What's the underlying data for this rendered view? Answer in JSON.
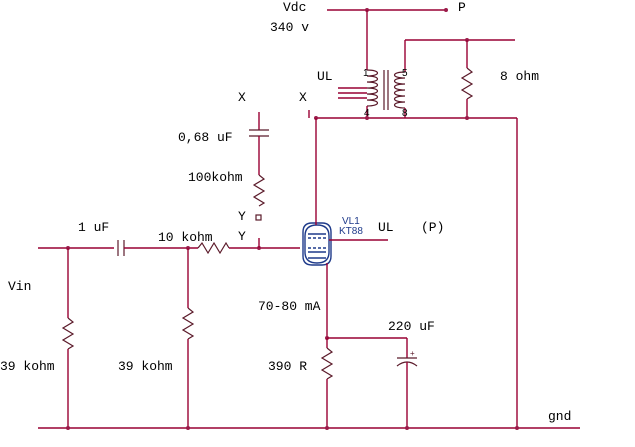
{
  "labels": {
    "vdc": "Vdc",
    "vdc_value": "340 v",
    "p_top": "P",
    "ul_transformer": "UL",
    "pin_1": "1",
    "pin_4": "4",
    "pin_5": "5",
    "pin_8": "8",
    "load": "8 ohm",
    "x_left": "X",
    "x_right": "X",
    "cap_068": "0,68 uF",
    "res_100k": "100kohm",
    "y_upper": "Y",
    "y_lower": "Y",
    "tube_ref": "VL1",
    "tube_type": "KT88",
    "ul_grid": "UL",
    "p_grid": "(P)",
    "cap_in": "1 uF",
    "res_10k": "10 kohm",
    "vin": "Vin",
    "res_39k_left": "39 kohm",
    "res_39k_mid": "39 kohm",
    "current": "70-80 mA",
    "cap_220": "220 uF",
    "res_390": "390 R",
    "gnd": "gnd"
  },
  "colors": {
    "wire": "#990033",
    "component": "#5b1a2a",
    "tube": "#1e3a8a",
    "text": "#000000"
  }
}
